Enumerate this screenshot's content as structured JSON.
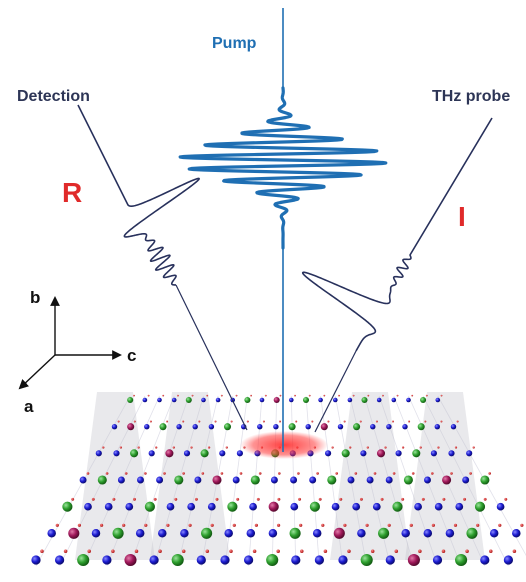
{
  "labels": {
    "pump": "Pump",
    "detection": "Detection",
    "thz_probe": "THz probe",
    "reflected": "R",
    "incident": "I"
  },
  "axes": {
    "a": "a",
    "b": "b",
    "c": "c"
  },
  "colors": {
    "pump": "#1f6fb3",
    "waveform": "#28315c",
    "label_dark": "#2d3556",
    "label_red": "#e02a2a",
    "focus_spot": "#f04040",
    "atom_blue": "#1b1bd0",
    "atom_green": "#2ea02e",
    "atom_magenta": "#a0185a",
    "atom_red_small": "#c82020",
    "plane_grey": "#c4c4cc"
  }
}
